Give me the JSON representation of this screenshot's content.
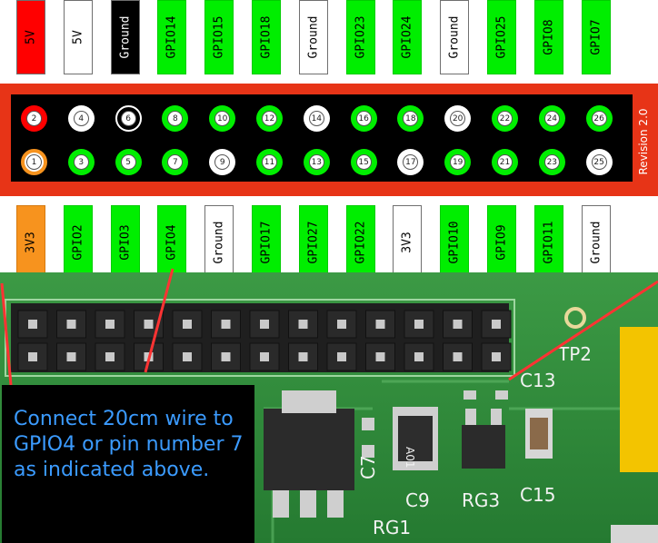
{
  "top_labels": [
    {
      "text": "5V",
      "color": "red"
    },
    {
      "text": "5V",
      "color": "white"
    },
    {
      "text": "Ground",
      "color": "black"
    },
    {
      "text": "GPIO14",
      "color": "green"
    },
    {
      "text": "GPIO15",
      "color": "green"
    },
    {
      "text": "GPIO18",
      "color": "green"
    },
    {
      "text": "Ground",
      "color": "white"
    },
    {
      "text": "GPIO23",
      "color": "green"
    },
    {
      "text": "GPIO24",
      "color": "green"
    },
    {
      "text": "Ground",
      "color": "white"
    },
    {
      "text": "GPIO25",
      "color": "green"
    },
    {
      "text": "GPIO8",
      "color": "green"
    },
    {
      "text": "GPIO7",
      "color": "green"
    }
  ],
  "bottom_labels": [
    {
      "text": "3V3",
      "color": "orange"
    },
    {
      "text": "GPIO2",
      "color": "green"
    },
    {
      "text": "GPIO3",
      "color": "green"
    },
    {
      "text": "GPIO4",
      "color": "green"
    },
    {
      "text": "Ground",
      "color": "white"
    },
    {
      "text": "GPIO17",
      "color": "green"
    },
    {
      "text": "GPIO27",
      "color": "green"
    },
    {
      "text": "GPIO22",
      "color": "green"
    },
    {
      "text": "3V3",
      "color": "white"
    },
    {
      "text": "GPIO10",
      "color": "green"
    },
    {
      "text": "GPIO9",
      "color": "green"
    },
    {
      "text": "GPIO11",
      "color": "green"
    },
    {
      "text": "Ground",
      "color": "white"
    }
  ],
  "top_pins": [
    {
      "num": "2",
      "color": "red"
    },
    {
      "num": "4",
      "color": "white"
    },
    {
      "num": "6",
      "color": "black"
    },
    {
      "num": "8",
      "color": "green"
    },
    {
      "num": "10",
      "color": "green"
    },
    {
      "num": "12",
      "color": "green"
    },
    {
      "num": "14",
      "color": "white"
    },
    {
      "num": "16",
      "color": "green"
    },
    {
      "num": "18",
      "color": "green"
    },
    {
      "num": "20",
      "color": "white"
    },
    {
      "num": "22",
      "color": "green"
    },
    {
      "num": "24",
      "color": "green"
    },
    {
      "num": "26",
      "color": "green"
    }
  ],
  "bottom_pins": [
    {
      "num": "1",
      "color": "orange"
    },
    {
      "num": "3",
      "color": "green"
    },
    {
      "num": "5",
      "color": "green"
    },
    {
      "num": "7",
      "color": "green"
    },
    {
      "num": "9",
      "color": "white"
    },
    {
      "num": "11",
      "color": "green"
    },
    {
      "num": "13",
      "color": "green"
    },
    {
      "num": "15",
      "color": "green"
    },
    {
      "num": "17",
      "color": "white"
    },
    {
      "num": "19",
      "color": "green"
    },
    {
      "num": "21",
      "color": "green"
    },
    {
      "num": "23",
      "color": "green"
    },
    {
      "num": "25",
      "color": "white"
    }
  ],
  "revision": "Revision 2.0",
  "pcb_labels": [
    "TP2",
    "C13",
    "C7",
    "C9",
    "RG3",
    "C15",
    "RG1",
    "A01"
  ],
  "note": "Connect 20cm wire to GPIO4 or pin number 7 as indicated above.",
  "colors": {
    "board": "#e73417",
    "gpio_green": "#00ee00",
    "pcb": "#2f8a3a",
    "note_text": "#3b9bff",
    "pointer": "#ff3333"
  }
}
